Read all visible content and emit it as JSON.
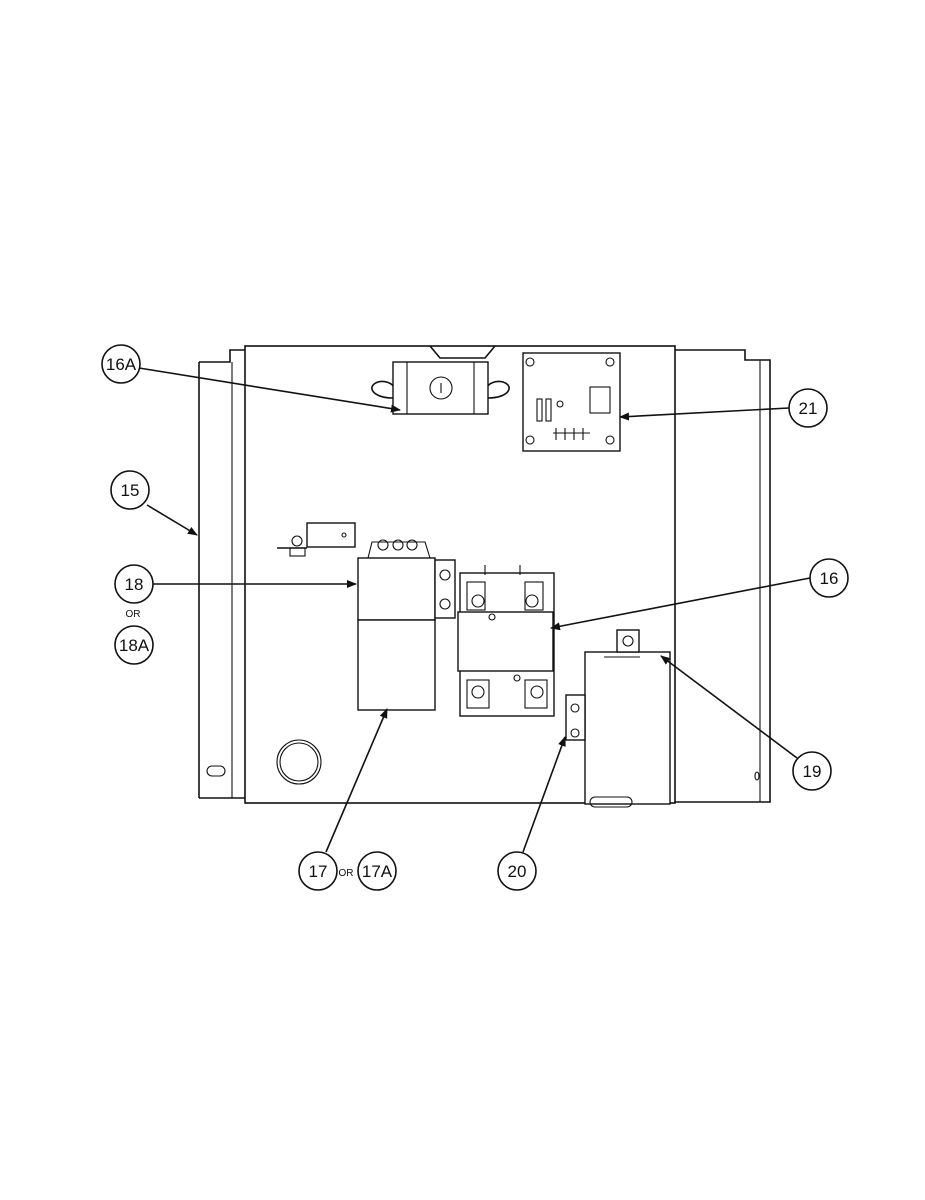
{
  "callouts": {
    "c16A": "16A",
    "c21": "21",
    "c15": "15",
    "c18": "18",
    "c18A": "18A",
    "c16": "16",
    "c19": "19",
    "c17": "17",
    "c17A": "17A",
    "c20": "20",
    "or1": "OR",
    "or2": "OR"
  },
  "colors": {
    "ink": "#111111",
    "paper": "#ffffff"
  }
}
